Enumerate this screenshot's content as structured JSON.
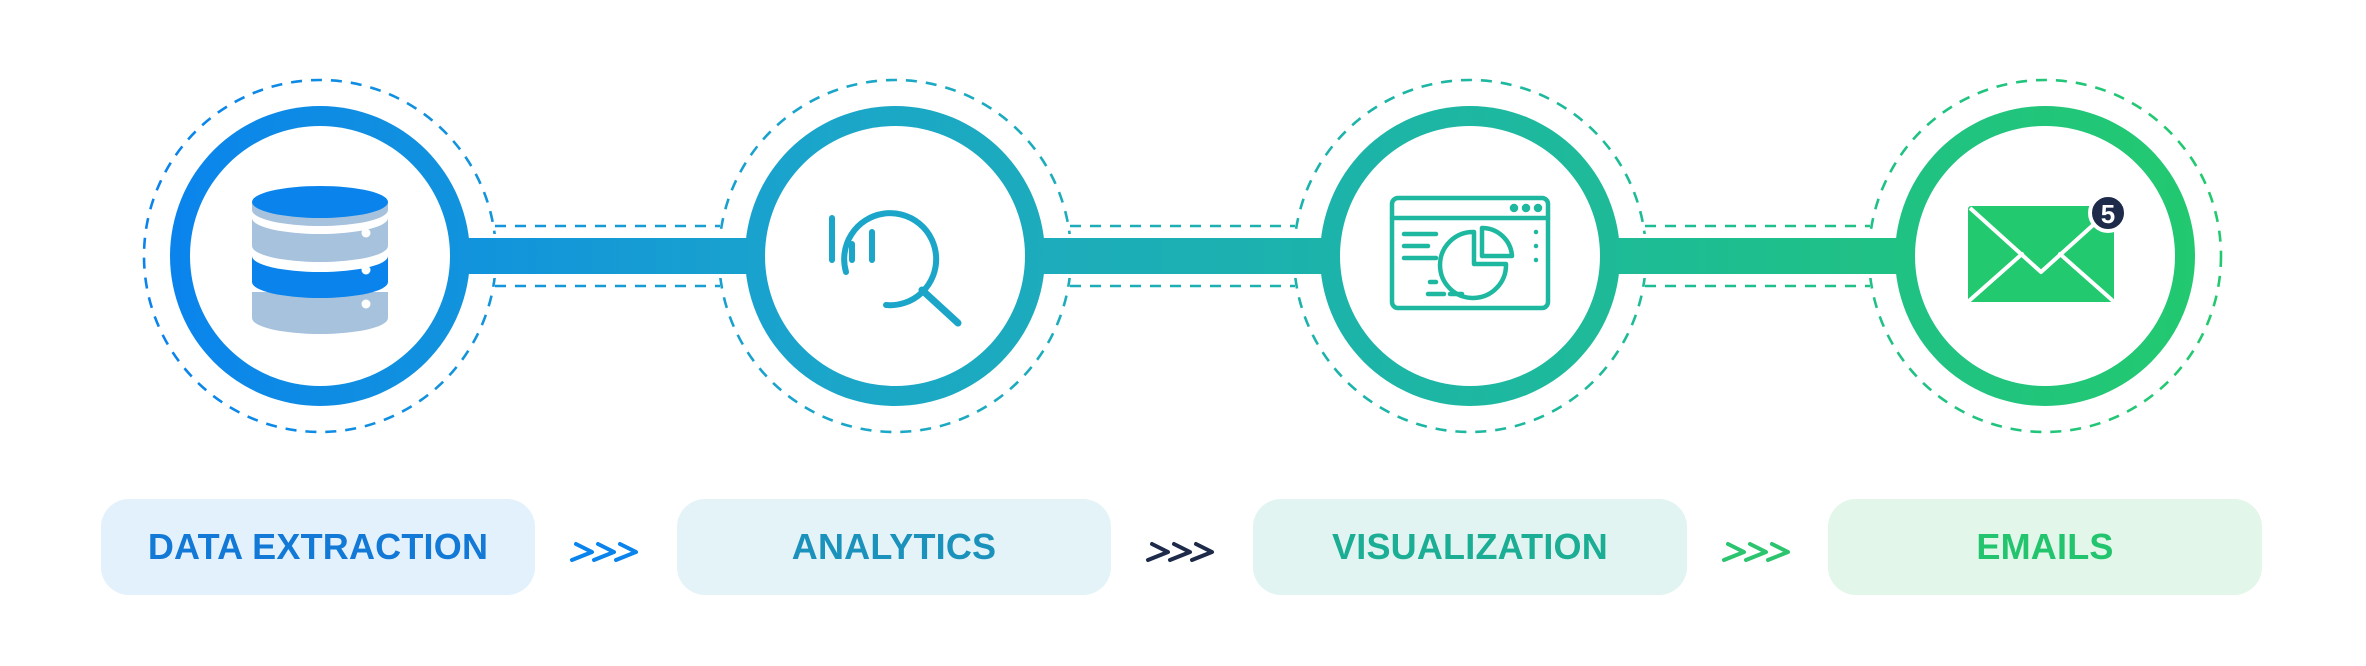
{
  "colors": {
    "stage_1": "#0a84ec",
    "stage_2": "#1ba6c9",
    "stage_3": "#1db89f",
    "stage_4": "#22c96f",
    "arrow_dark": "#1d2a4a",
    "badge_dark": "#1d2a4a"
  },
  "steps": [
    {
      "label": "DATA EXTRACTION",
      "icon": "database-icon",
      "text_color": "#1279d6",
      "bg_color": "#e3f1fc"
    },
    {
      "label": "ANALYTICS",
      "icon": "magnifier-chart-icon",
      "text_color": "#1a92bb",
      "bg_color": "#e3f3f8"
    },
    {
      "label": "VISUALIZATION",
      "icon": "dashboard-pie-chart-icon",
      "text_color": "#1bae94",
      "bg_color": "#e1f4f1"
    },
    {
      "label": "EMAILS",
      "icon": "envelope-icon",
      "text_color": "#22c46e",
      "bg_color": "#e2f6ea"
    }
  ],
  "email_badge": "5"
}
